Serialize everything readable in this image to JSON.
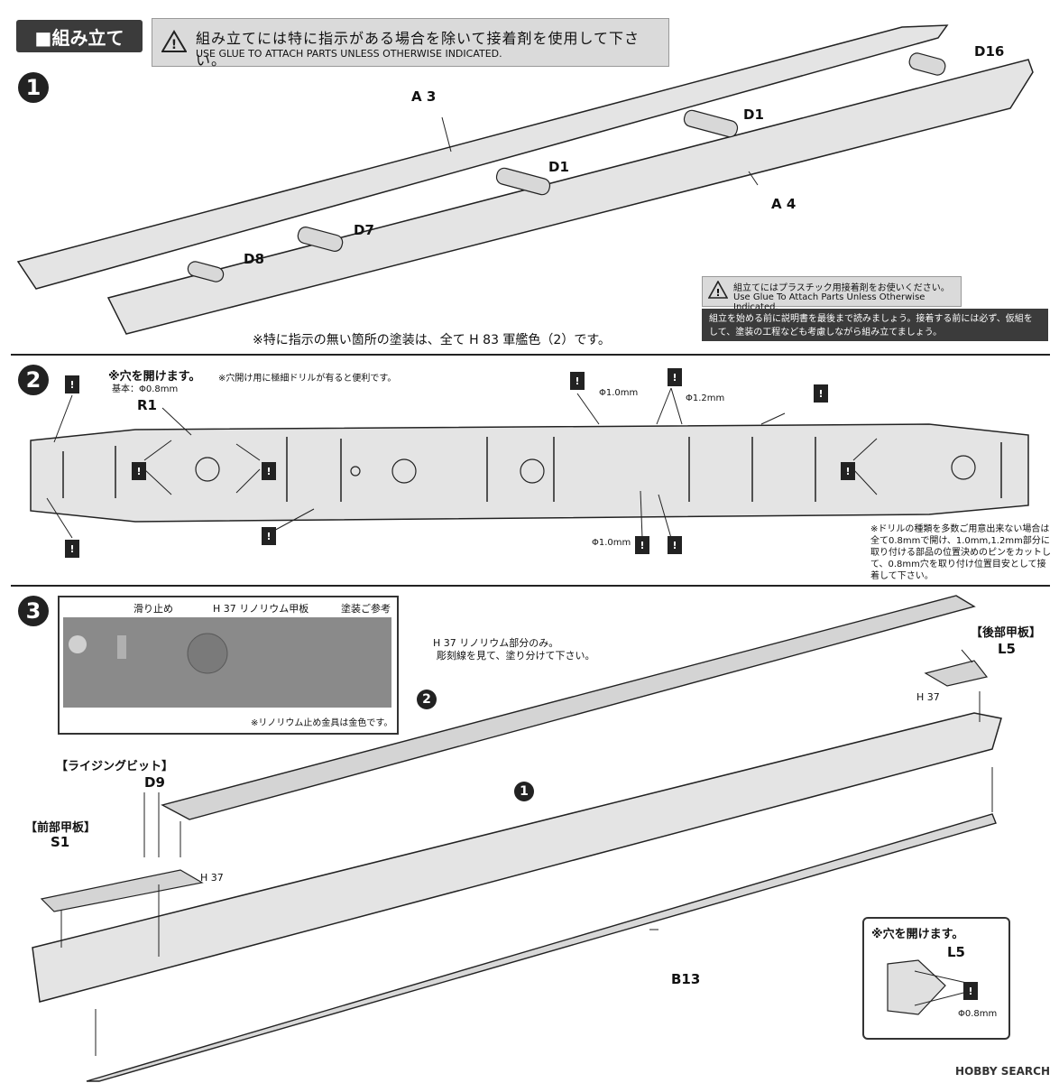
{
  "header": {
    "title": "■組み立て"
  },
  "warning": {
    "jp": "組み立てには特に指示がある場合を除いて接着剤を使用して下さい。",
    "en": "USE GLUE TO ATTACH PARTS UNLESS OTHERWISE INDICATED."
  },
  "step1": {
    "number": "1",
    "parts": {
      "a3": "A 3",
      "a4": "A 4",
      "d16": "D16",
      "d1a": "D1",
      "d1b": "D1",
      "d7": "D7",
      "d8": "D8"
    },
    "paint_note": "※特に指示の無い箇所の塗装は、全て H 83 軍艦色（2）です。",
    "warn2_jp": "組立てにはプラスチック用接着剤をお使いください。",
    "warn2_en": "Use Glue To Attach Parts Unless Otherwise Indicated.",
    "dark_note": "組立を始める前に説明書を最後まで読みましょう。接着する前には必ず、仮組をして、塗装の工程なども考慮しながら組み立てましょう。"
  },
  "step2": {
    "number": "2",
    "drill_title": "※穴を開けます。",
    "drill_base": "基本：Φ0.8mm",
    "drill_tip": "※穴開け用に極細ドリルが有ると便利です。",
    "part": "R1",
    "phi10a": "Φ1.0mm",
    "phi12": "Φ1.2mm",
    "phi10b": "Φ1.0mm",
    "drill_note": "※ドリルの種類を多数ご用意出来ない場合は全て0.8mmで開け、1.0mm,1.2mm部分に取り付ける部品の位置決めのピンをカットして、0.8mm穴を取り付け位置目安として接着して下さい。"
  },
  "step3": {
    "number": "3",
    "inset": {
      "label_slip": "滑り止め",
      "label_lino": "H 37 リノリウム甲板",
      "label_ref": "塗装ご参考",
      "label_gold": "※リノリウム止め金具は金色です。"
    },
    "lino_note": "H 37 リノリウム部分のみ。",
    "lino_note2": "彫刻線を見て、塗り分けて下さい。",
    "rear_deck": "【後部甲板】",
    "l5": "L5",
    "h37a": "H 37",
    "rising_bit": "【ライジングビット】",
    "d9": "D9",
    "front_deck": "【前部甲板】",
    "s1": "S1",
    "h37b": "H 37",
    "ref2": "2",
    "ref1": "1",
    "b13": "B13",
    "box_title": "※穴を開けます。",
    "box_l5": "L5",
    "box_phi": "Φ0.8mm"
  },
  "watermark": "HOBBY SEARCH"
}
